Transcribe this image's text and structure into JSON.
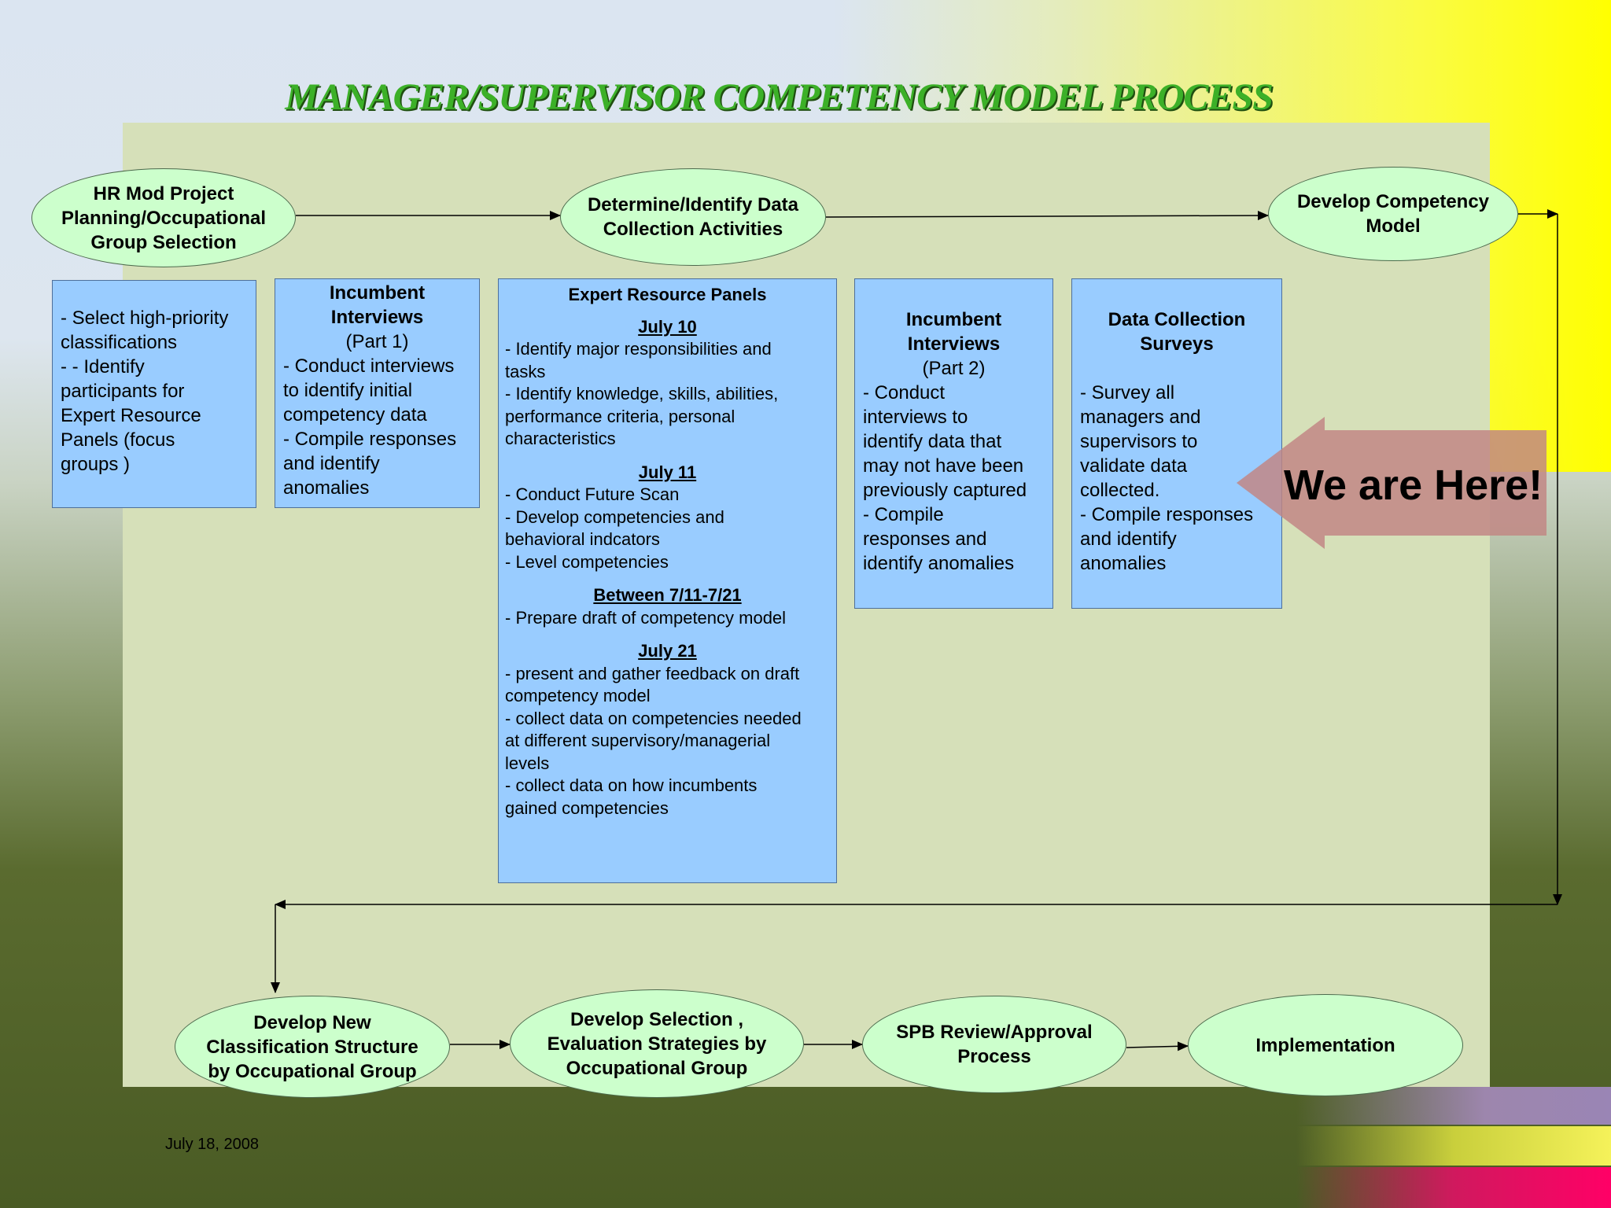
{
  "title": "MANAGER/SUPERVISOR COMPETENCY MODEL PROCESS",
  "top_steps": {
    "step1": [
      "HR Mod Project",
      "Planning/Occupational",
      "Group Selection"
    ],
    "step2": [
      "Determine/Identify Data",
      "Collection Activities"
    ],
    "step3": [
      "Develop Competency",
      "Model"
    ]
  },
  "boxes": {
    "select": {
      "lines": [
        "- Select high-priority",
        "classifications",
        "- - Identify",
        "participants for",
        "Expert Resource",
        "Panels  (focus",
        "groups )"
      ]
    },
    "incumbent1": {
      "heading": [
        "Incumbent",
        "Interviews"
      ],
      "sub": "(Part 1)",
      "lines": [
        "- Conduct interviews",
        "to identify initial",
        "competency data",
        "- Compile responses",
        "and identify",
        "anomalies"
      ]
    },
    "expert": {
      "heading": "Expert Resource Panels",
      "sections": [
        {
          "date": "July 10",
          "lines": [
            "- Identify major responsibilities and",
            "tasks",
            "- Identify knowledge, skills, abilities,",
            "performance criteria, personal",
            "characteristics"
          ]
        },
        {
          "date": "July 11",
          "lines": [
            "- Conduct Future Scan",
            "- Develop competencies and",
            "behavioral indcators",
            "- Level competencies"
          ]
        },
        {
          "date": "Between 7/11-7/21",
          "lines": [
            "- Prepare draft of competency model"
          ]
        },
        {
          "date": "July 21",
          "lines": [
            "- present and gather feedback on draft",
            "competency model",
            "- collect data on competencies needed",
            "at different supervisory/managerial",
            "levels",
            "- collect data on how incumbents",
            "gained competencies"
          ]
        }
      ]
    },
    "incumbent2": {
      "heading": [
        "Incumbent",
        "Interviews"
      ],
      "sub": "(Part 2)",
      "lines": [
        "- Conduct",
        "interviews to",
        "identify data that",
        "may not have been",
        "previously captured",
        "- Compile",
        "responses and",
        "identify anomalies"
      ]
    },
    "surveys": {
      "heading": [
        "Data Collection",
        "Surveys"
      ],
      "lines": [
        "- Survey all",
        "managers and",
        "supervisors  to",
        "validate data",
        "collected.",
        "- Compile responses",
        "and identify",
        "anomalies"
      ]
    }
  },
  "callout": "We are Here!",
  "bottom_steps": {
    "step4": [
      "Develop New",
      "Classification Structure",
      "by Occupational Group"
    ],
    "step5": [
      "Develop Selection ,",
      "Evaluation Strategies by",
      "Occupational Group"
    ],
    "step6": [
      "SPB Review/Approval",
      "Process"
    ],
    "step7": [
      "Implementation"
    ]
  },
  "date": "July 18, 2008",
  "colors": {
    "title_green": "#3cb028",
    "ellipse_fill": "#ccffcc",
    "box_fill": "#99ccff",
    "panel_fill": "#d6e0b9",
    "callout_arrow": "#c98a7a"
  }
}
